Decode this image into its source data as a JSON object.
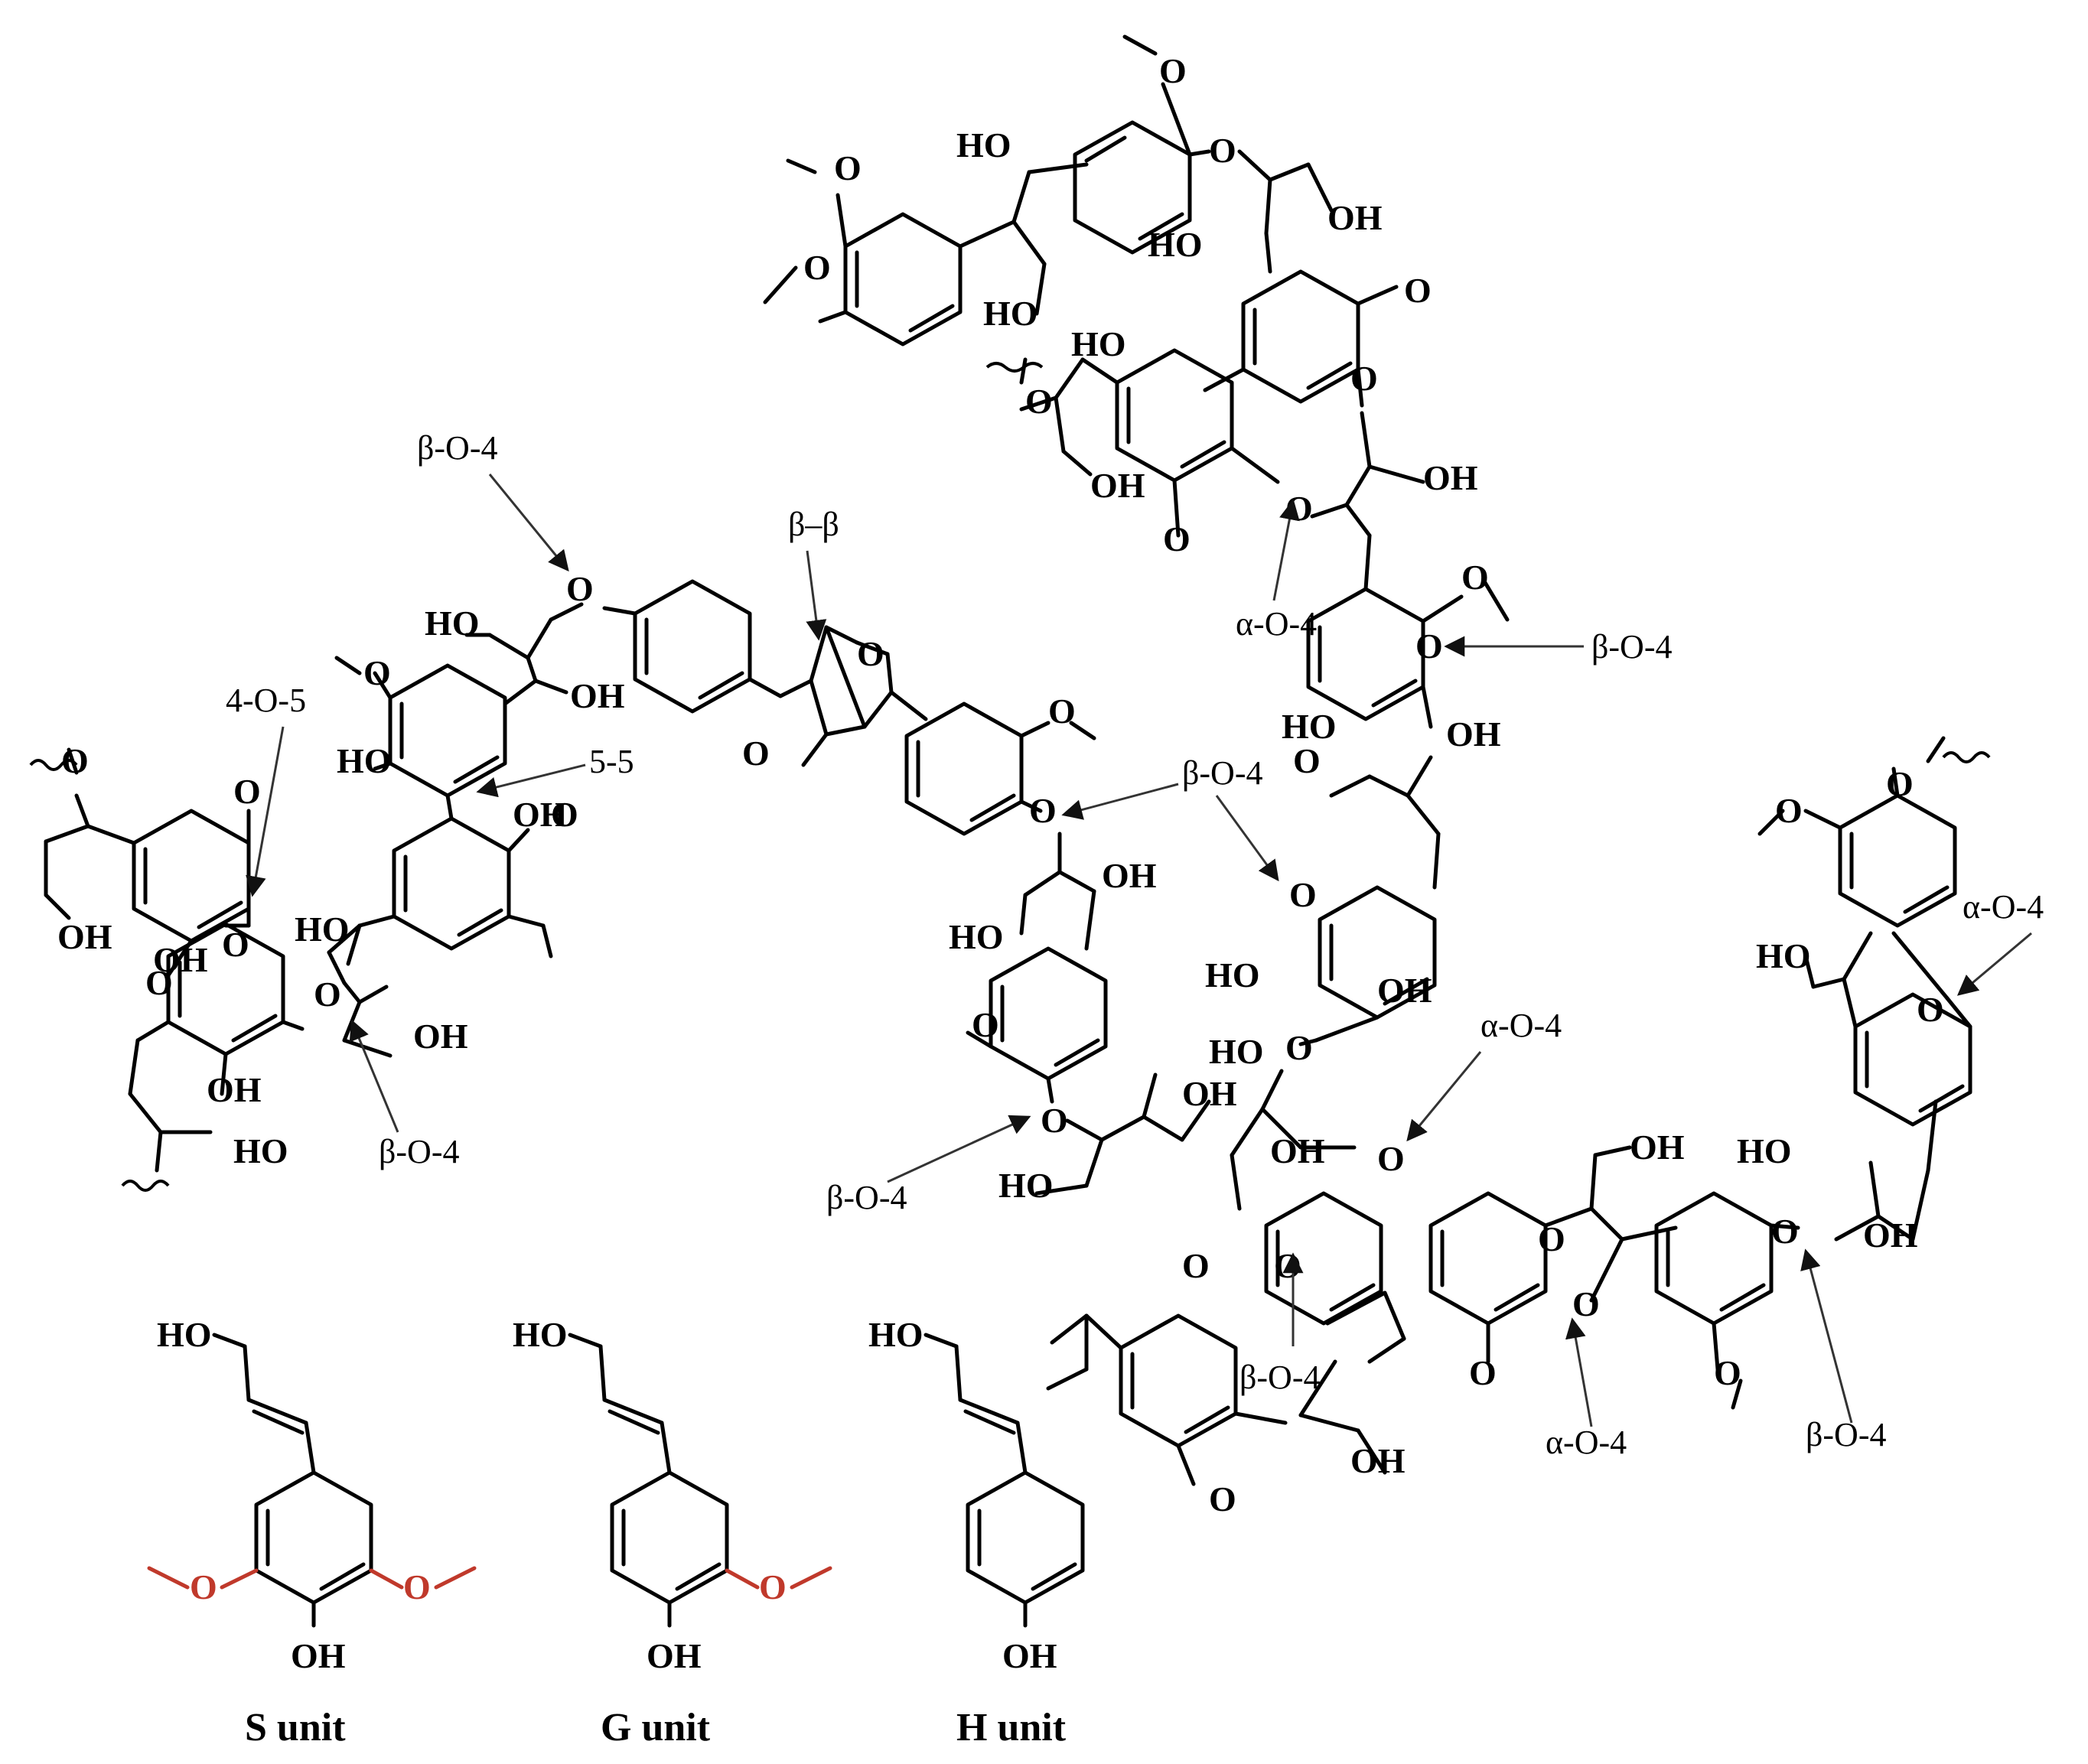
{
  "linkage_labels": {
    "b_o_4_top_left": "β-O-4",
    "b_b": "β–β",
    "four_o_5": "4-O-5",
    "five_5": "5-5",
    "b_o_4_lower_left": "β-O-4",
    "b_o_4_center": "β-O-4",
    "b_o_4_mid_left": "β-O-4",
    "a_o_4_upper": "α-O-4",
    "b_o_4_right_upper": "β-O-4",
    "a_o_4_center": "α-O-4",
    "b_o_4_bottom_center": "β-O-4",
    "a_o_4_bottom": "α-O-4",
    "b_o_4_bottom_right": "β-O-4",
    "a_o_4_far_right": "α-O-4"
  },
  "atoms": {
    "o": "O",
    "oh": "OH",
    "ho": "HO"
  },
  "units": {
    "s_unit": "S unit",
    "g_unit": "G unit",
    "h_unit": "H unit"
  },
  "colors": {
    "bond": "#000000",
    "methoxy_highlight": "#c0392b",
    "arrow": "#333333"
  }
}
